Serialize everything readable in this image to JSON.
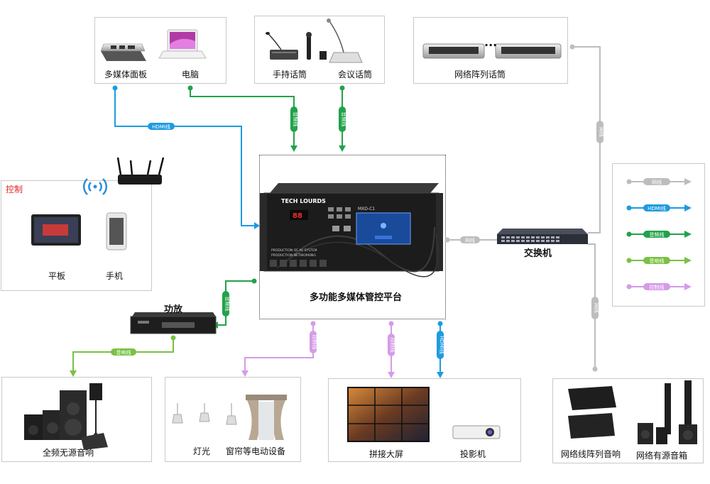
{
  "colors": {
    "network": "#bdbdbd",
    "hdmi": "#1e9be0",
    "audio": "#22a24a",
    "speaker": "#7ac143",
    "control": "#d59be8"
  },
  "top": {
    "panel_label": "多媒体面板",
    "pc_label": "电脑",
    "handheld_mic_label": "手持话筒",
    "conference_mic_label": "会议话筒",
    "array_mic_label": "网络阵列话筒",
    "array_mic_ellipsis": "..."
  },
  "control": {
    "title": "控制",
    "tablet_label": "平板",
    "phone_label": "手机"
  },
  "center": {
    "title": "多功能多媒体管控平台",
    "brand": "TECH LOURDS",
    "model": "MXD-C1",
    "display_digits": "88",
    "front_text_1": "PRODUCTION OF AV SYSTEM",
    "front_text_2": "PRODUCTION NETWORKING"
  },
  "switch": {
    "label": "交换机"
  },
  "amp": {
    "label": "功放"
  },
  "bottom": {
    "passive_speakers_label": "全频无源音响",
    "lights_label": "灯光",
    "curtain_label": "窗帘等电动设备",
    "videowall_label": "拼接大屏",
    "projector_label": "投影机",
    "network_array_speaker_label": "网络线阵列音响",
    "network_active_speaker_label": "网络有源音箱"
  },
  "wire_labels": {
    "hdmi": "HDMI线",
    "audio": "音频线",
    "network": "网线",
    "speaker": "音响线",
    "control": "控制线"
  },
  "legend": {
    "items": [
      {
        "label": "网线",
        "color": "#bdbdbd"
      },
      {
        "label": "HDMI线",
        "color": "#1e9be0"
      },
      {
        "label": "音频线",
        "color": "#22a24a"
      },
      {
        "label": "音响线",
        "color": "#7ac143"
      },
      {
        "label": "控制线",
        "color": "#d59be8"
      }
    ]
  }
}
